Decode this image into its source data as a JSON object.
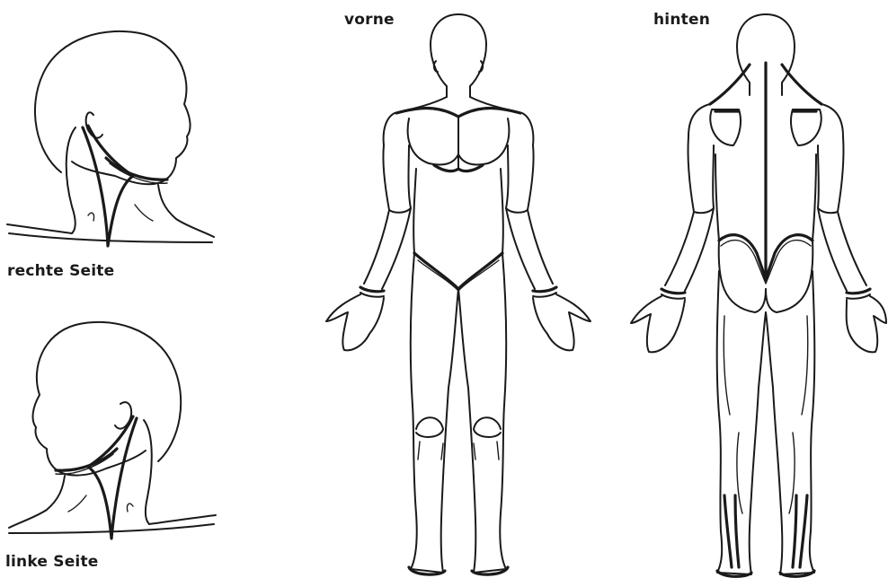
{
  "labels": {
    "right_side": "rechte Seite",
    "left_side": "linke Seite",
    "front": "vorne",
    "back": "hinten"
  },
  "colors": {
    "line": "#1a1a1a",
    "background": "#ffffff"
  }
}
